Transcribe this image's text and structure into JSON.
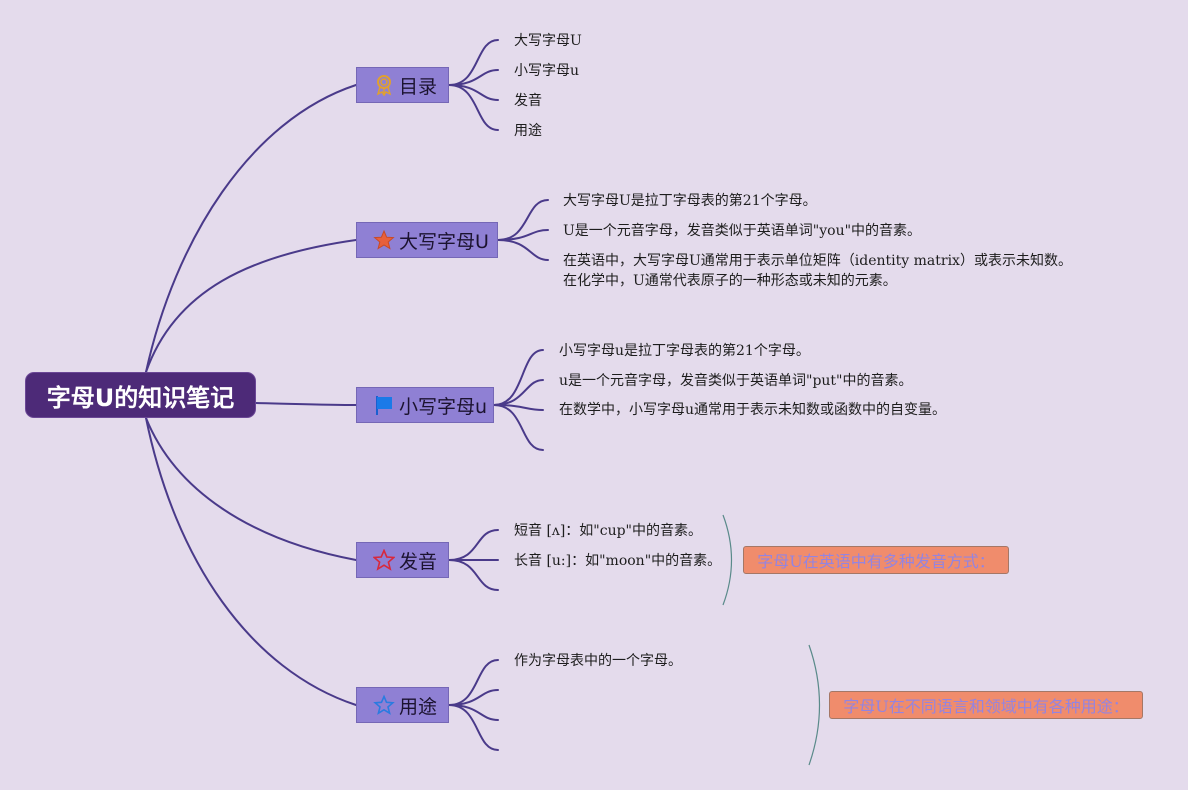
{
  "root": {
    "label": "字母U的知识笔记"
  },
  "branches": [
    {
      "id": "toc",
      "label": "目录",
      "icon": "award-ribbon-icon",
      "leaves": [
        "大写字母U",
        "小写字母u",
        "发音",
        "用途"
      ]
    },
    {
      "id": "uppercase",
      "label": "大写字母U",
      "icon": "star-filled-icon",
      "leaves": [
        "大写字母U是拉丁字母表的第21个字母。",
        "U是一个元音字母，发音类似于英语单词\"you\"中的音素。",
        "在英语中，大写字母U通常用于表示单位矩阵（identity matrix）或表示未知数。在化学中，U通常代表原子的一种形态或未知的元素。"
      ]
    },
    {
      "id": "lowercase",
      "label": "小写字母u",
      "icon": "flag-icon",
      "leaves": [
        "小写字母u是拉丁字母表的第21个字母。",
        "u是一个元音字母，发音类似于英语单词\"put\"中的音素。",
        "在数学中，小写字母u通常用于表示未知数或函数中的自变量。"
      ]
    },
    {
      "id": "pronunciation",
      "label": "发音",
      "icon": "star-outline-icon",
      "leaves": [
        "短音 [ʌ]：如\"cup\"中的音素。",
        "长音 [u:]：如\"moon\"中的音素。"
      ],
      "summary": "字母U在英语中有多种发音方式："
    },
    {
      "id": "usage",
      "label": "用途",
      "icon": "star-outline-blue-icon",
      "leaves": [
        "作为字母表中的一个字母。"
      ],
      "summary": "字母U在不同语言和领域中有各种用途："
    }
  ],
  "colors": {
    "background": "#e4dbec",
    "root": "#4d2a78",
    "branch": "#8f80d4",
    "connector": "#4a3a8a",
    "summary_box": "#f08c6c",
    "summary_text": "#9484e0",
    "bracket": "#5a8a8a"
  }
}
